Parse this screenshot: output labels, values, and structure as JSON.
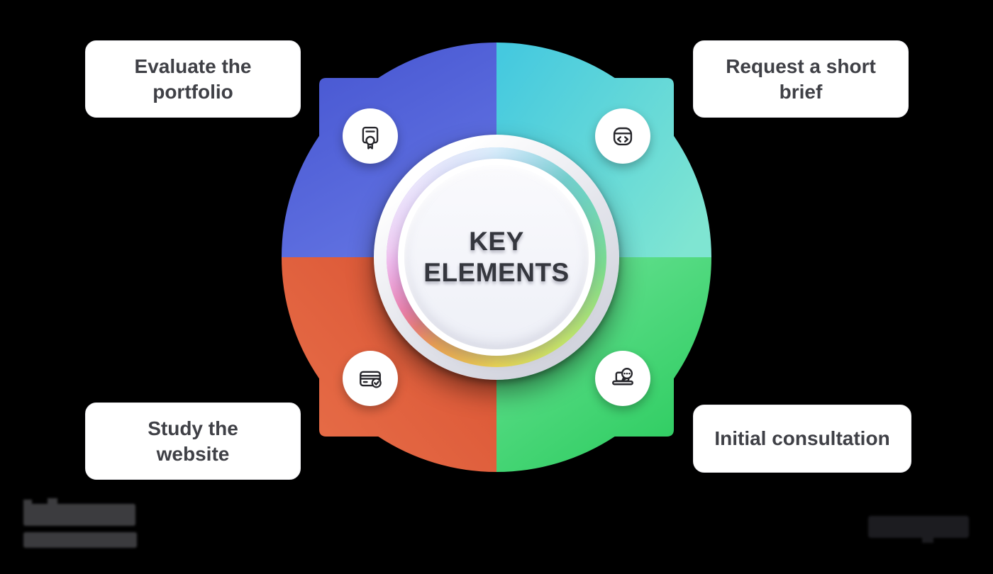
{
  "page": {
    "background": "#000000"
  },
  "center": {
    "title": "KEY\nELEMENTS",
    "text_color": "#35373e"
  },
  "items": [
    {
      "position": "top-left",
      "label": "Evaluate the\nportfolio",
      "icon": "certificate-icon",
      "gradient": [
        "#4554d0",
        "#6273e2"
      ]
    },
    {
      "position": "top-right",
      "label": "Request a short\nbrief",
      "icon": "code-window-icon",
      "gradient": [
        "#45c9df",
        "#7fe5d2"
      ]
    },
    {
      "position": "bottom-left",
      "label": "Study the\nwebsite",
      "icon": "card-check-icon",
      "gradient": [
        "#e8704a",
        "#d95232"
      ]
    },
    {
      "position": "bottom-right",
      "label": "Initial consultation",
      "icon": "laptop-chat-icon",
      "gradient": [
        "#6ae295",
        "#2acb5d"
      ]
    }
  ],
  "ring_colors": [
    "#86c5ef",
    "#6fd2c2",
    "#7bdc8e",
    "#c3e86a",
    "#ecd64f",
    "#eca04e",
    "#e75f93",
    "#d74fd0",
    "#9a5fe8",
    "#6f7fe8"
  ],
  "watermarks": {
    "bottom_left": "",
    "bottom_right": "",
    "note": "illegible blurred logo marks"
  }
}
